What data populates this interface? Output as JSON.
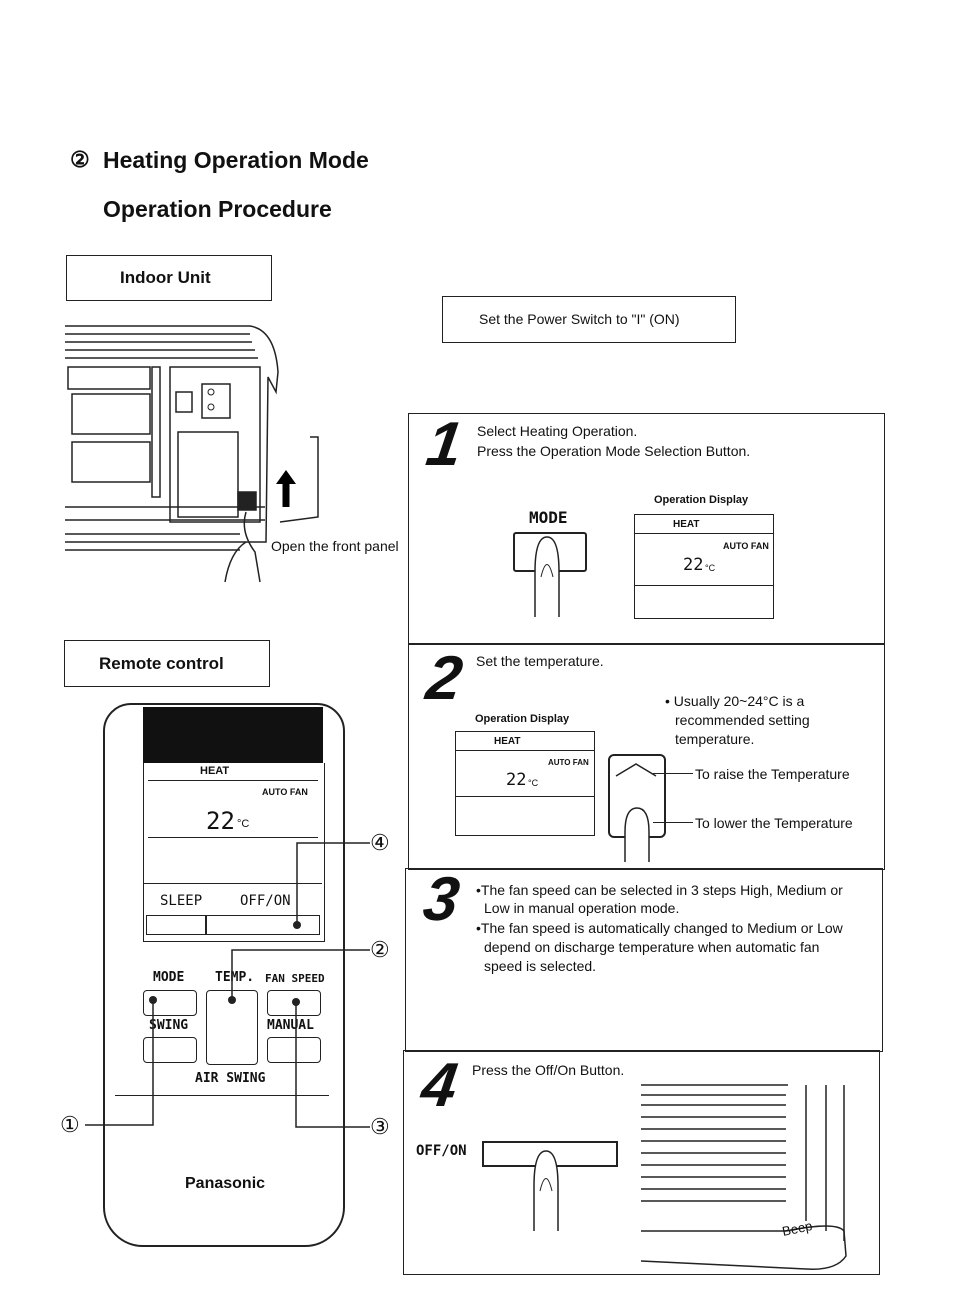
{
  "heading": {
    "circle_num": "②",
    "title": "Heating Operation Mode",
    "subtitle": "Operation Procedure"
  },
  "indoor_unit": {
    "label": "Indoor Unit",
    "caption": "Open the front panel"
  },
  "power": {
    "text": "Set the Power Switch to \"I\" (ON)"
  },
  "remote_control": {
    "label": "Remote control"
  },
  "remote": {
    "lcd_mode": "HEAT",
    "lcd_fan": "AUTO FAN",
    "lcd_temp": "22",
    "lcd_unit": "°C",
    "sleep": "SLEEP",
    "offon": "OFF/ON",
    "mode": "MODE",
    "temp": "TEMP.",
    "fan_speed": "FAN SPEED",
    "swing": "SWING",
    "manual": "MANUAL",
    "air_swing": "AIR SWING",
    "brand": "Panasonic",
    "callouts": [
      "①",
      "②",
      "③",
      "④"
    ]
  },
  "steps": [
    {
      "num": "1",
      "lines": [
        "Select Heating Operation.",
        "Press the Operation Mode Selection Button."
      ],
      "button": "MODE",
      "display_title": "Operation Display",
      "display_mode": "HEAT",
      "display_fan": "AUTO FAN",
      "display_temp": "22",
      "display_unit": "°C"
    },
    {
      "num": "2",
      "lines": [
        "Set the temperature."
      ],
      "display_title": "Operation Display",
      "display_mode": "HEAT",
      "display_fan": "AUTO FAN",
      "display_temp": "22",
      "display_unit": "°C",
      "note": [
        "• Usually 20~24°C is a",
        "recommended setting",
        "temperature."
      ],
      "raise": "To raise the Temperature",
      "lower": "To lower the Temperature"
    },
    {
      "num": "3",
      "lines": [
        "•The fan speed can be selected in 3 steps High, Medium or",
        "Low in manual operation mode.",
        "•The fan speed is automatically changed to Medium or Low",
        "depend on discharge temperature when automatic fan",
        "speed is selected."
      ]
    },
    {
      "num": "4",
      "lines": [
        "Press the Off/On Button."
      ],
      "button": "OFF/ON",
      "beep": "Beep"
    }
  ]
}
